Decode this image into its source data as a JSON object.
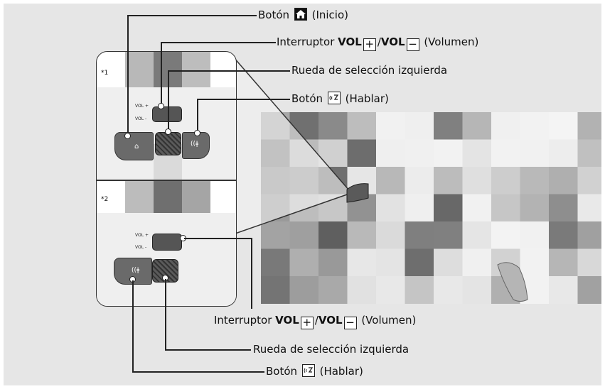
{
  "labels": {
    "home_button": {
      "prefix": "Botón",
      "suffix": "(Inicio)",
      "icon": "home-icon"
    },
    "volume_switch_top": {
      "prefix": "Interruptor",
      "vol": "VOL",
      "plus": "+",
      "slash": "/",
      "minus": "−",
      "suffix": "(Volumen)"
    },
    "left_wheel_top": "Rueda de selección izquierda",
    "talk_button_top": {
      "prefix": "Botón",
      "suffix": "(Hablar)",
      "icon": "talk-icon"
    },
    "volume_switch_bottom": {
      "prefix": "Interruptor",
      "vol": "VOL",
      "plus": "+",
      "slash": "/",
      "minus": "−",
      "suffix": "(Volumen)"
    },
    "left_wheel_bottom": "Rueda de selección izquierda",
    "talk_button_bottom": {
      "prefix": "Botón",
      "suffix": "(Hablar)",
      "icon": "talk-icon"
    }
  },
  "panels": {
    "variant1": {
      "tag": "*1",
      "vol_plus": "VOL +",
      "vol_minus": "VOL -"
    },
    "variant2": {
      "tag": "*2",
      "vol_plus": "VOL +",
      "vol_minus": "VOL -"
    }
  },
  "colors": {
    "background": "#e6e6e6",
    "panel": "#ffffff",
    "button": "#6a6a6a",
    "line": "#222222"
  }
}
